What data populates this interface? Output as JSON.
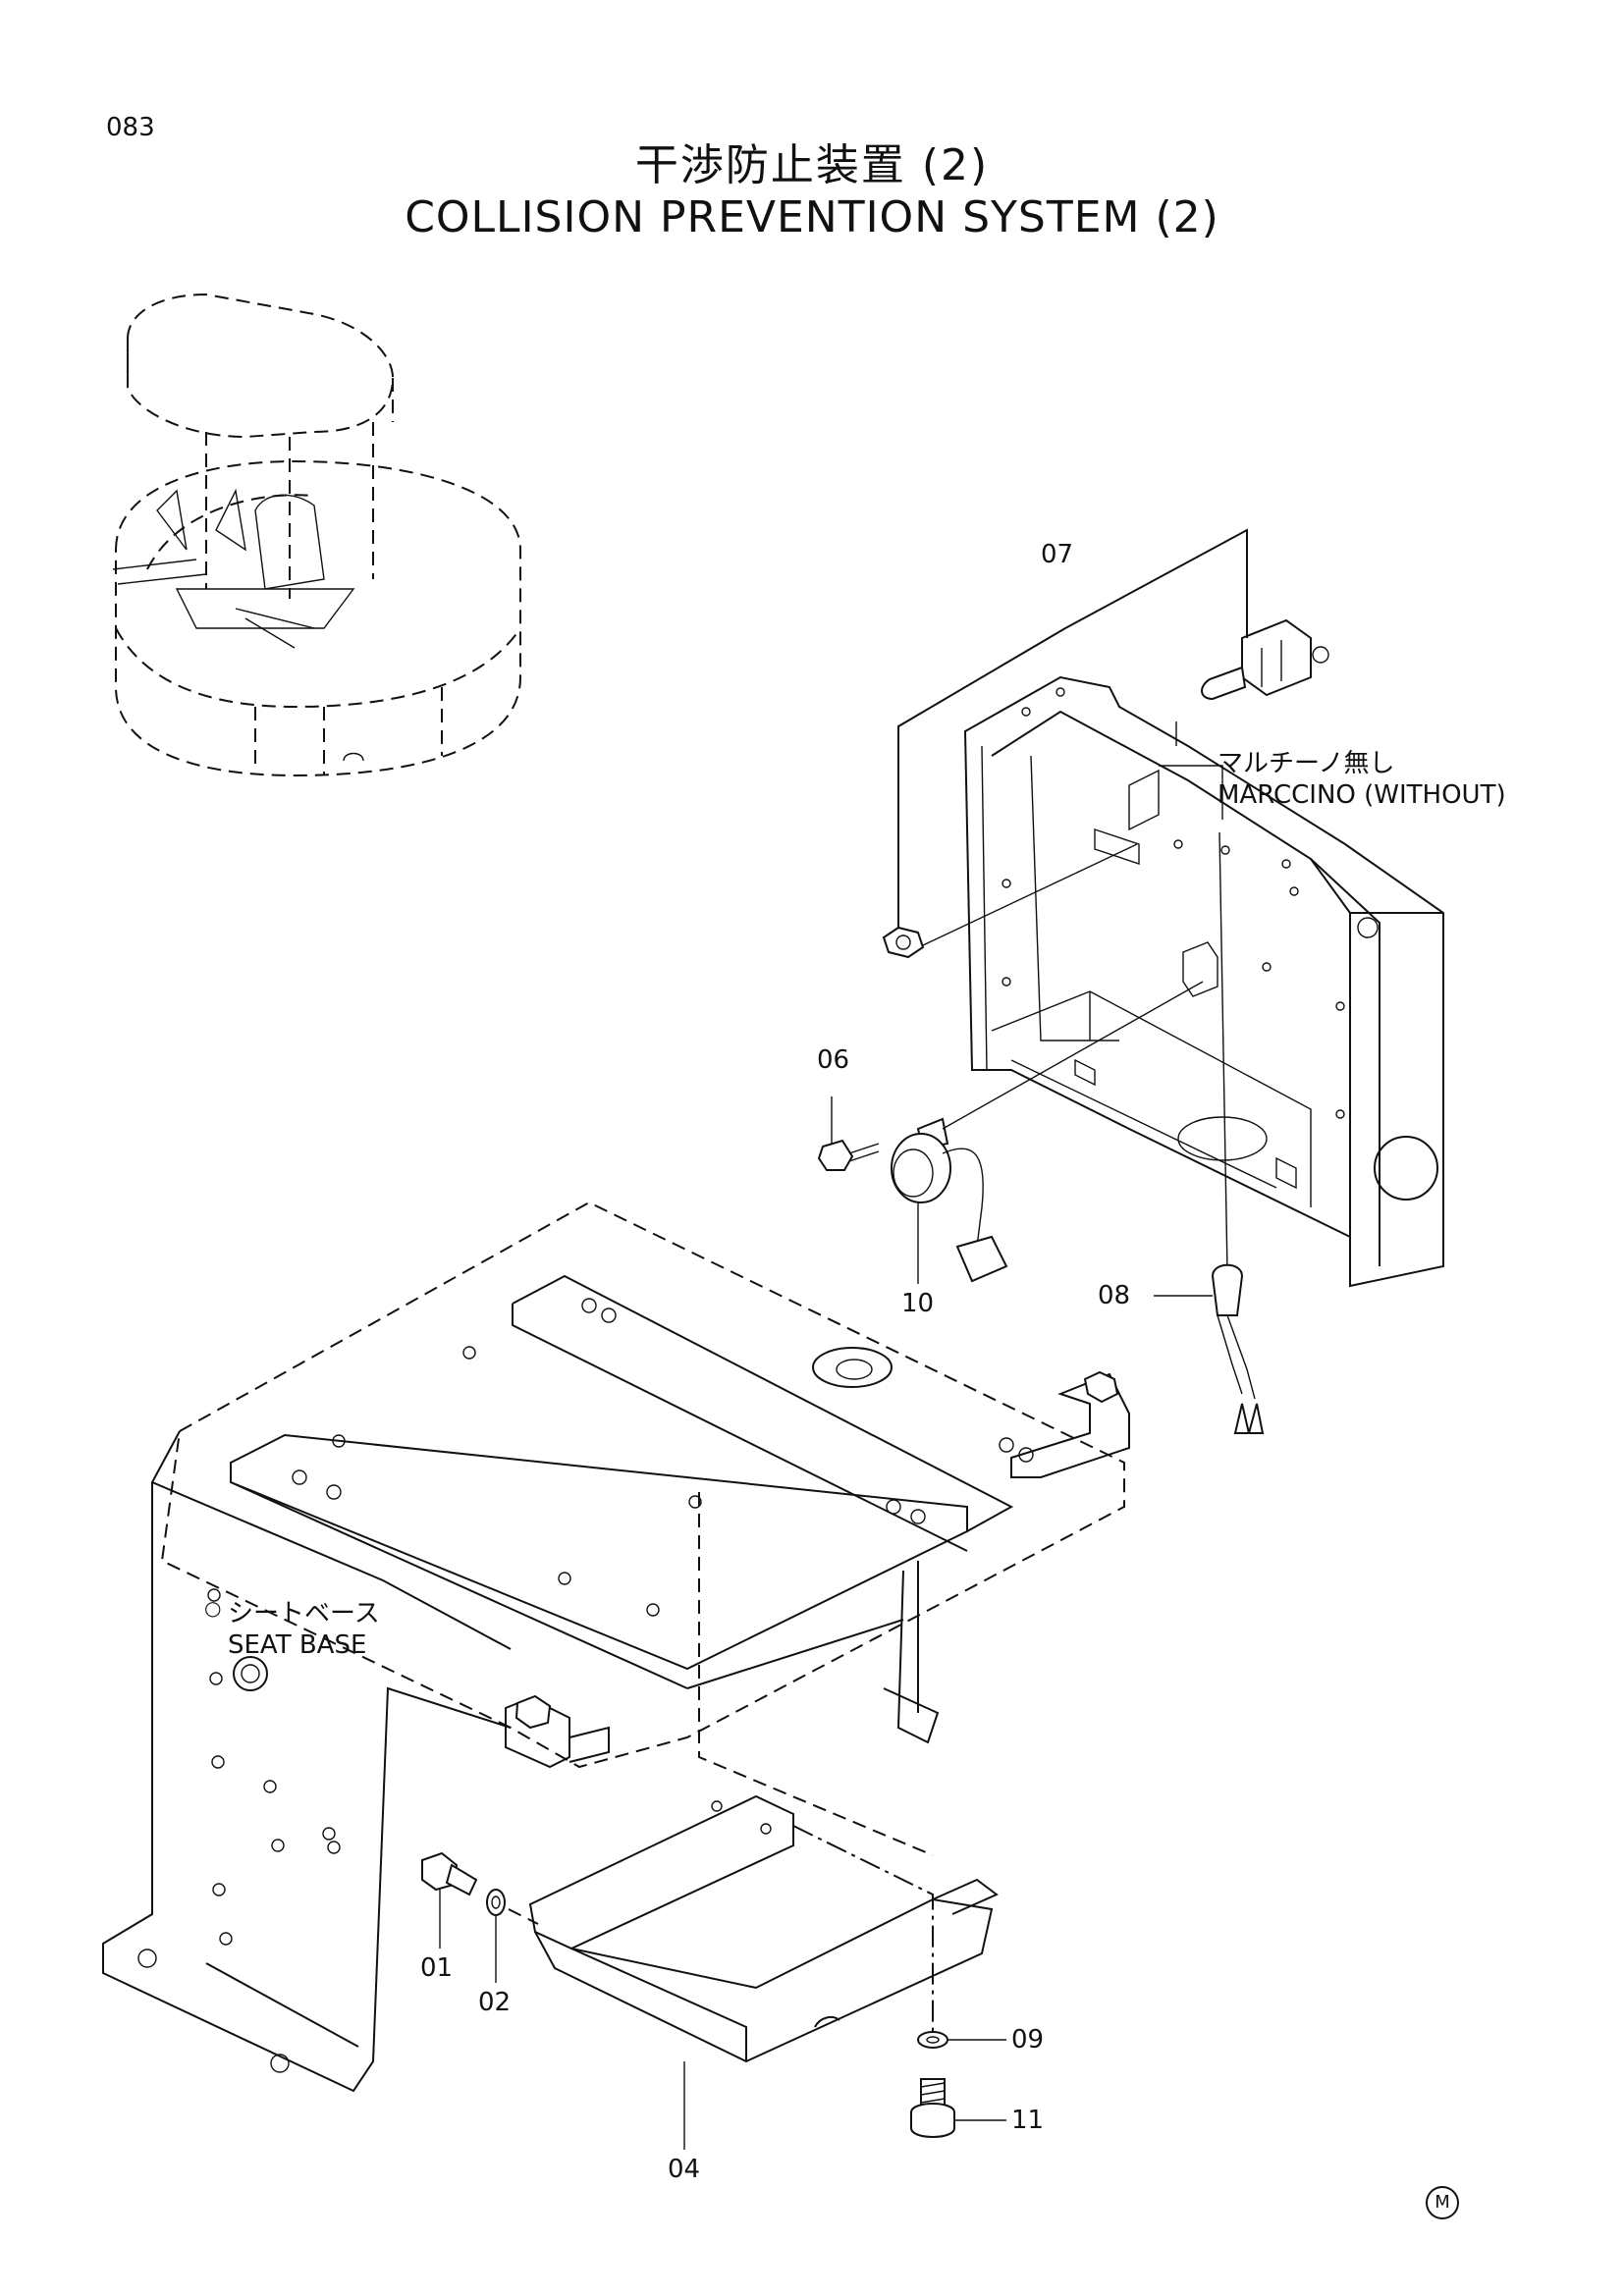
{
  "page": {
    "number": "083"
  },
  "title": {
    "jp": "干渉防止装置 (2)",
    "en": "COLLISION  PREVENTION  SYSTEM (2)"
  },
  "notes": {
    "marccino_jp": "マルチーノ無し",
    "marccino_en": "MARCCINO (WITHOUT)",
    "seat_base_jp": "シートベース",
    "seat_base_en": "SEAT BASE"
  },
  "callouts": {
    "p01": "01",
    "p02": "02",
    "p04": "04",
    "p06": "06",
    "p07": "07",
    "p08": "08",
    "p09": "09",
    "p10": "10",
    "p11": "11"
  },
  "mark": "M"
}
